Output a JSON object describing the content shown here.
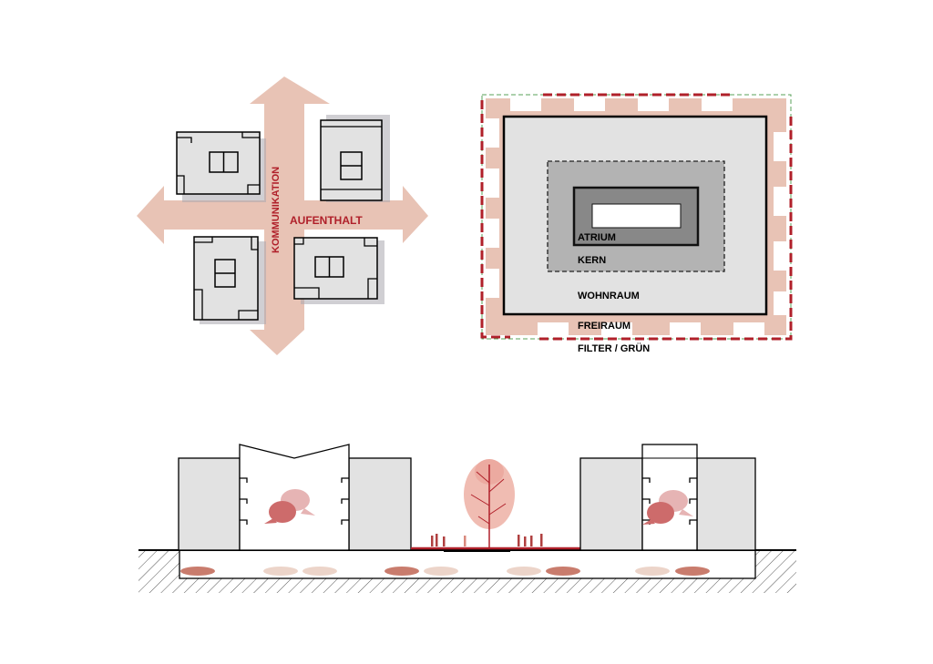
{
  "diagram_left": {
    "vertical_label": "KOMMUNIKATION",
    "horizontal_label": "AUFENTHALT"
  },
  "diagram_right": {
    "labels": {
      "atrium": "ATRIUM",
      "kern": "KERN",
      "wohnraum": "WOHNRAUM",
      "freiraum": "FREIRAUM",
      "filter": "FILTER / GRÜN"
    }
  },
  "colors": {
    "accent_red": "#b0202a",
    "salmon": "#e8c3b5",
    "light_gray": "#e2e2e2",
    "mid_gray": "#b3b3b3",
    "dark_gray": "#888888",
    "shadow": "#a9a7ae",
    "green_dash": "#5aa05a",
    "people_red": "#b04040",
    "speech_dark": "#cd6b6b",
    "speech_light": "#e6b4b4",
    "car_dark": "#c97c6d",
    "car_light": "#ecd4c9"
  }
}
